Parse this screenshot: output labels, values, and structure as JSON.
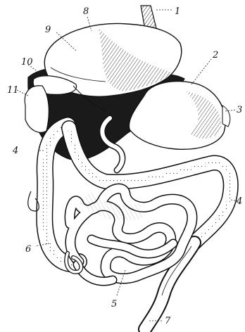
{
  "diagram": {
    "callouts": [
      {
        "id": "c1",
        "text": "1"
      },
      {
        "id": "c2",
        "text": "2"
      },
      {
        "id": "c3",
        "text": "3"
      },
      {
        "id": "c4a",
        "text": "4"
      },
      {
        "id": "c4b",
        "text": "4"
      },
      {
        "id": "c5",
        "text": "5"
      },
      {
        "id": "c6",
        "text": "6"
      },
      {
        "id": "c7",
        "text": "7"
      },
      {
        "id": "c8",
        "text": "8"
      },
      {
        "id": "c9",
        "text": "9"
      },
      {
        "id": "c10",
        "text": "10"
      },
      {
        "id": "c11",
        "text": "11"
      }
    ]
  }
}
